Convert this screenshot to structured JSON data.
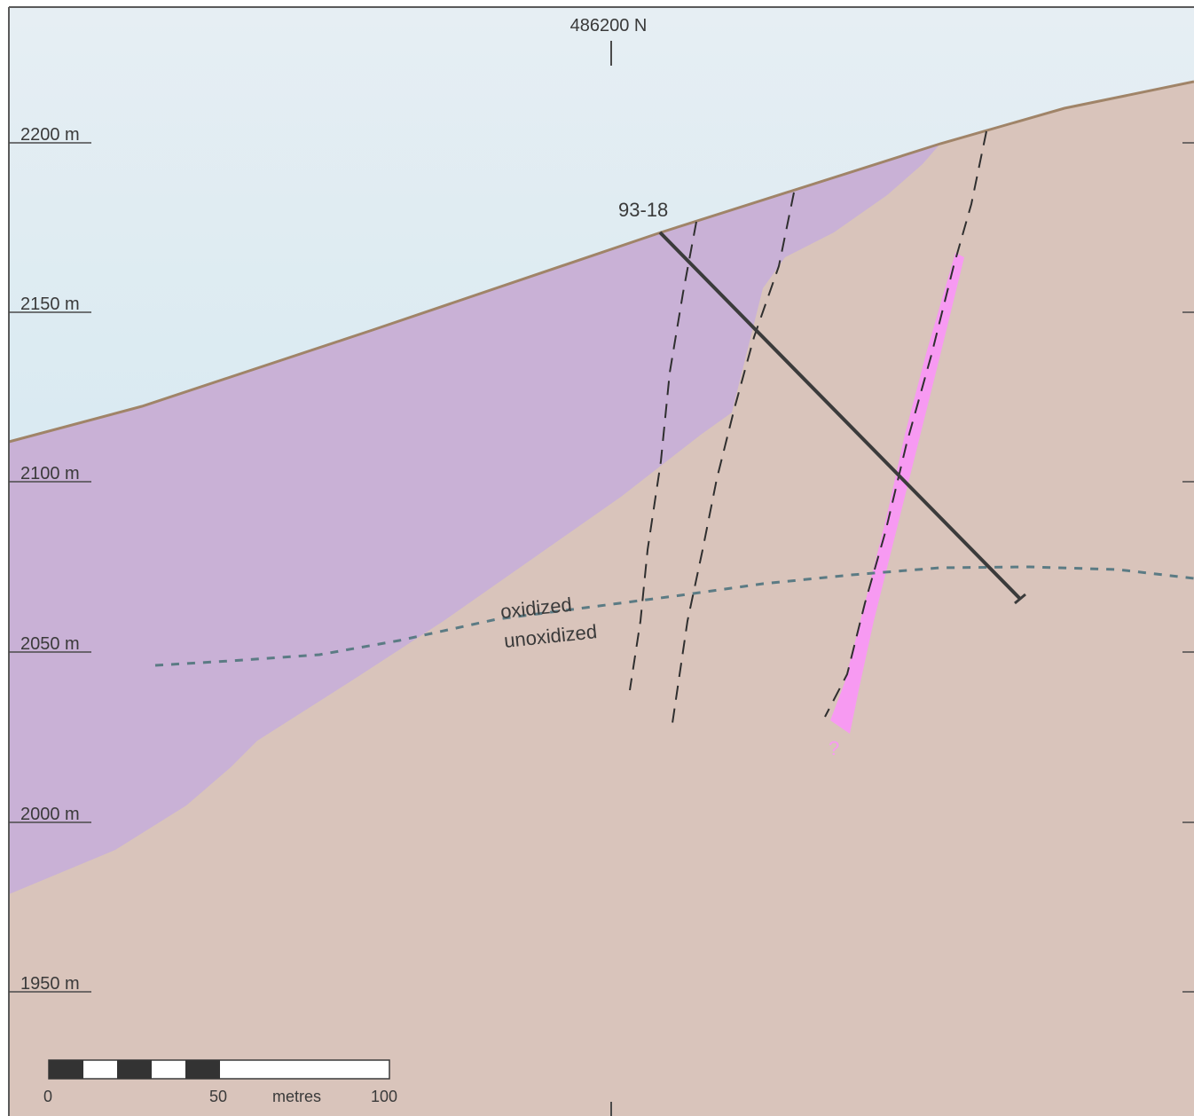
{
  "section": {
    "northing_label": "486200 N",
    "elevation_labels": [
      "2200 m",
      "2150 m",
      "2100 m",
      "2050 m",
      "2000 m",
      "1950 m"
    ],
    "drillhole_label": "93-18",
    "oxidation_labels": {
      "above": "oxidized",
      "below": "unoxidized"
    },
    "vein_query": "?",
    "colors": {
      "sky": "#cfe6f0",
      "oxidized_zone": "#c9b1d6",
      "bedrock": "#d9c4bb",
      "vein": "#f79af2",
      "surface_line": "#a08468",
      "drillhole": "#3b3b3b",
      "oxidation_front": "#5b7b84"
    }
  },
  "scale_bar": {
    "labels": [
      "0",
      "50",
      "metres",
      "100"
    ]
  }
}
